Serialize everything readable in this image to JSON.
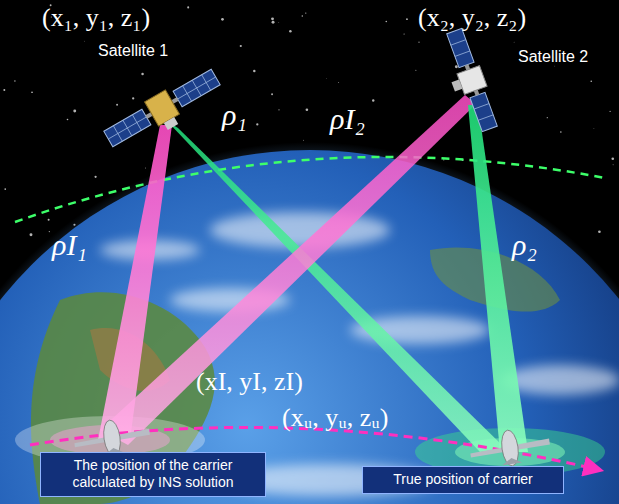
{
  "diagram": {
    "nodes": [
      {
        "text": [
          "The position of the carrier calculated by INS solution"
        ]
      },
      {
        "text": [
          "True position of carrier"
        ]
      }
    ],
    "labels": [
      "(x₁, y₁, z₁)",
      "Satellite 1",
      "(x₂, y₂, z₂)",
      "Satellite 2",
      "ρ₁",
      "ρI₂",
      "ρI₁",
      "ρ₂",
      "(xI, yI, zI)",
      "(xᵤ, yᵤ, zᵤ)"
    ]
  }
}
